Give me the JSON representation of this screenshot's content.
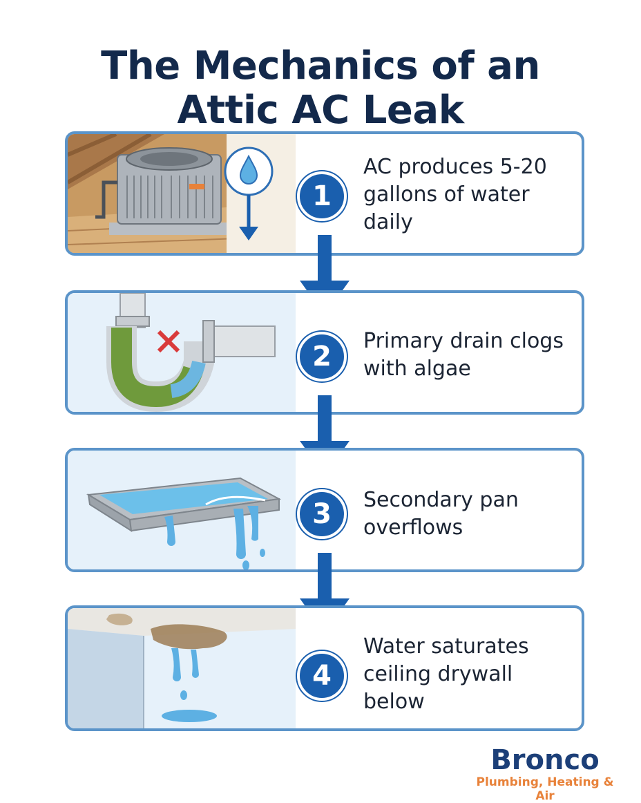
{
  "title": {
    "line1": "The Mechanics of an",
    "line2": "Attic AC Leak"
  },
  "steps": [
    {
      "number": "1",
      "text": "AC produces 5-20 gallons of water daily",
      "icon": "ac-unit-icon"
    },
    {
      "number": "2",
      "text": "Primary drain clogs with algae",
      "icon": "clogged-pipe-icon"
    },
    {
      "number": "3",
      "text": "Secondary pan overflows",
      "icon": "overflowing-pan-icon"
    },
    {
      "number": "4",
      "text": "Water saturates ceiling drywall below",
      "icon": "ceiling-stain-icon"
    }
  ],
  "logo": {
    "brand": "Bronco",
    "tagline": "Plumbing, Heating & Air"
  },
  "colors": {
    "title": "#13294b",
    "step_circle": "#1a5fae",
    "card_border": "#5b94c9",
    "card_accent": "#e8823a",
    "arrow": "#1a5fae"
  }
}
